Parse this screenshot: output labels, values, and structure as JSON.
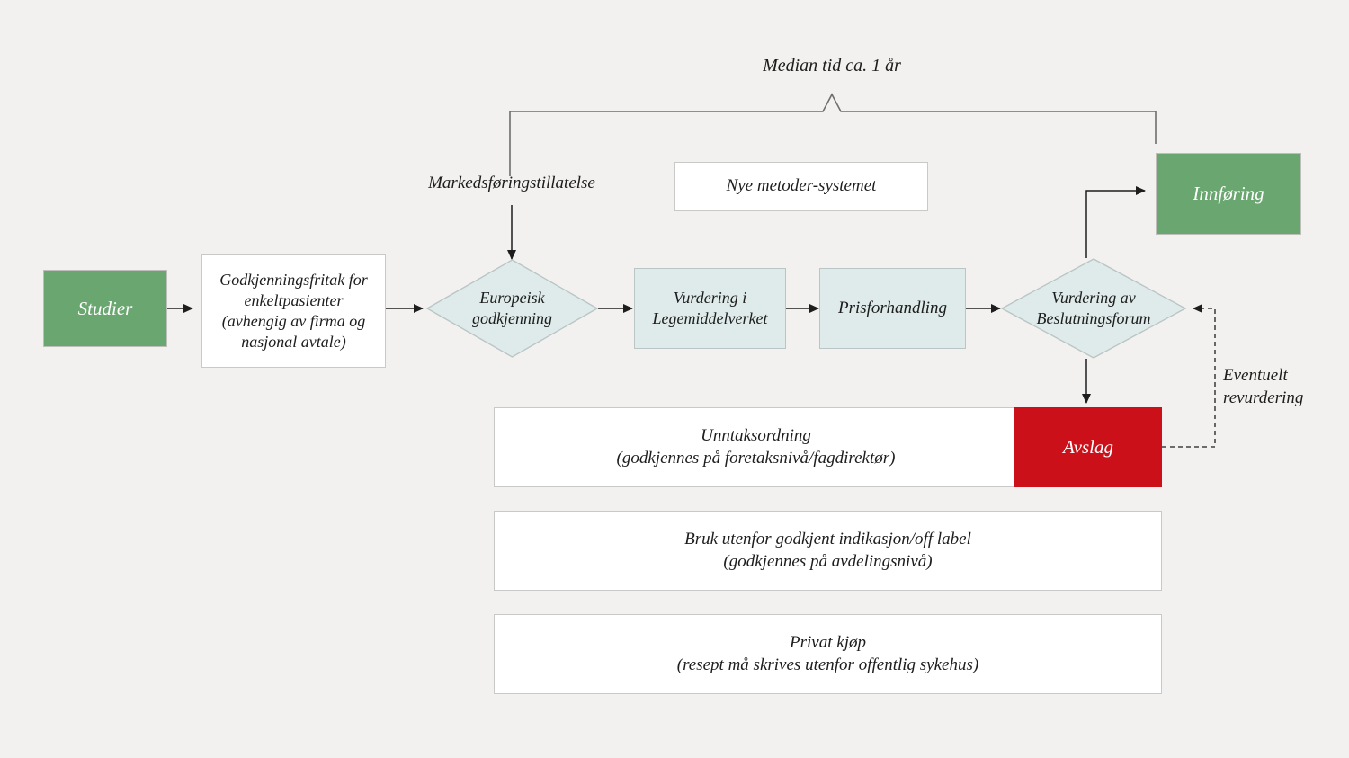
{
  "diagram": {
    "title_annotation": "Median tid ca. 1 år",
    "background_color": "#f2f1ef",
    "colors": {
      "green": "#6aa670",
      "mint": "#dfebea",
      "red": "#cb1019",
      "white": "#ffffff",
      "line": "#5a5a5a",
      "border": "#c9c9c7"
    }
  },
  "labels": {
    "markedsforingstillatelse": "Markedsføringstillatelse",
    "eventuelt_revurdering_line1": "Eventuelt",
    "eventuelt_revurdering_line2": "revurdering"
  },
  "nodes": {
    "studier": {
      "label": "Studier",
      "type": "green-box"
    },
    "godkjenningsfritak": {
      "line1": "Godkjenningsfritak for",
      "line2": "enkeltpasienter",
      "line3": "(avhengig av firma og",
      "line4": "nasjonal avtale)",
      "type": "white-box"
    },
    "europeisk_godkjenning": {
      "line1": "Europeisk",
      "line2": "godkjenning",
      "type": "mint-diamond"
    },
    "nye_metoder": {
      "label": "Nye metoder-systemet",
      "type": "white-box"
    },
    "vurdering_legemiddelverket": {
      "line1": "Vurdering i",
      "line2": "Legemiddelverket",
      "type": "mint-box"
    },
    "prisforhandling": {
      "label": "Prisforhandling",
      "type": "mint-box"
    },
    "vurdering_beslutningsforum": {
      "line1": "Vurdering av",
      "line2": "Beslutningsforum",
      "type": "mint-diamond"
    },
    "innforing": {
      "label": "Innføring",
      "type": "green-box"
    },
    "avslag": {
      "label": "Avslag",
      "type": "red-box"
    },
    "unntaksordning": {
      "line1": "Unntaksordning",
      "line2": "(godkjennes på foretaksnivå/fagdirektør)",
      "type": "white-box"
    },
    "off_label": {
      "line1": "Bruk utenfor godkjent indikasjon/off label",
      "line2": "(godkjennes på avdelingsnivå)",
      "type": "white-box"
    },
    "privat_kjop": {
      "line1": "Privat kjøp",
      "line2": "(resept må skrives utenfor offentlig sykehus)",
      "type": "white-box"
    }
  }
}
